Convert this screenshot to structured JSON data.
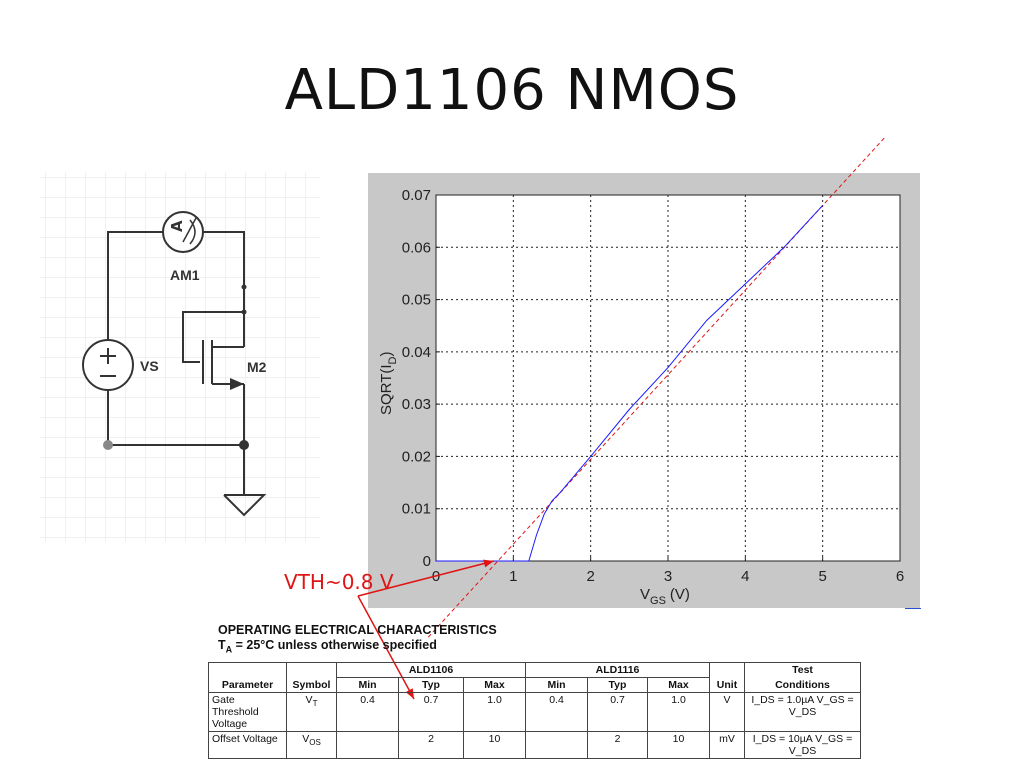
{
  "slide": {
    "title": "ALD1106 NMOS",
    "annotation": "VTH~0.8 V"
  },
  "schematic": {
    "ammeter_label": "AM1",
    "ammeter_symbol": "A",
    "source_label": "VS",
    "transistor_label": "M2"
  },
  "chart_data": {
    "type": "line",
    "xlabel_main": "V",
    "xlabel_sub": "GS",
    "xlabel_unit": "(V)",
    "ylabel_main": "SQRT(I",
    "ylabel_sub": "D",
    "ylabel_end": ")",
    "xlim": [
      0,
      6
    ],
    "ylim": [
      0,
      0.07
    ],
    "x_ticks": [
      "0",
      "1",
      "2",
      "3",
      "4",
      "5",
      "6"
    ],
    "y_ticks": [
      "0",
      "0.01",
      "0.02",
      "0.03",
      "0.04",
      "0.05",
      "0.06",
      "0.07"
    ],
    "grid": true,
    "series": [
      {
        "color": "#1a1aff",
        "x": [
          0,
          1.2,
          1.3,
          1.4,
          1.5,
          1.6,
          2.0,
          2.5,
          3.0,
          3.5,
          4.0,
          4.5,
          5.0
        ],
        "y": [
          0,
          0,
          0.005,
          0.009,
          0.0115,
          0.013,
          0.02,
          0.029,
          0.037,
          0.046,
          0.053,
          0.06,
          0.068
        ]
      }
    ],
    "fit_line": {
      "color": "#e01414",
      "style": "dashed",
      "x": [
        0.8,
        5.0
      ],
      "y": [
        0,
        0.068
      ]
    }
  },
  "spec_table": {
    "heading1": "OPERATING ELECTRICAL CHARACTERISTICS",
    "heading2_main": "T",
    "heading2_sub": "A",
    "heading2_rest": " = 25°C unless otherwise specified",
    "group1": "ALD1106",
    "group2": "ALD1116",
    "col_parameter": "Parameter",
    "col_symbol": "Symbol",
    "col_min": "Min",
    "col_typ": "Typ",
    "col_max": "Max",
    "col_unit": "Unit",
    "col_test_1": "Test",
    "col_test_2": "Conditions",
    "rows": [
      {
        "parameter": "Gate Threshold Voltage",
        "symbol_main": "V",
        "symbol_sub": "T",
        "min1": "0.4",
        "typ1": "0.7",
        "max1": "1.0",
        "min2": "0.4",
        "typ2": "0.7",
        "max2": "1.0",
        "unit": "V",
        "cond": "I_DS = 1.0µA  V_GS = V_DS"
      },
      {
        "parameter": "Offset Voltage",
        "symbol_main": "V",
        "symbol_sub": "OS",
        "min1": "",
        "typ1": "2",
        "max1": "10",
        "min2": "",
        "typ2": "2",
        "max2": "10",
        "unit": "mV",
        "cond": "I_DS = 10µA  V_GS = V_DS"
      }
    ]
  }
}
